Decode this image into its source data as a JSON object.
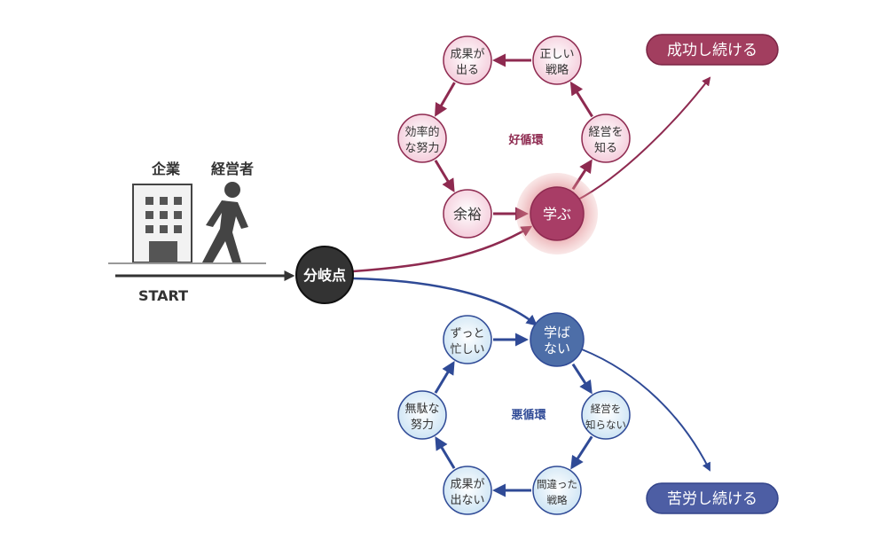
{
  "start": {
    "company_label": "企業",
    "manager_label": "経営者",
    "start_label": "START"
  },
  "branch": {
    "label": "分岐点"
  },
  "good_cycle": {
    "title": "好循環",
    "nodes": [
      {
        "lines": [
          "学ぶ"
        ]
      },
      {
        "lines": [
          "経営を",
          "知る"
        ]
      },
      {
        "lines": [
          "正しい",
          "戦略"
        ]
      },
      {
        "lines": [
          "成果が",
          "出る"
        ]
      },
      {
        "lines": [
          "効率的",
          "な努力"
        ]
      },
      {
        "lines": [
          "余裕"
        ]
      }
    ],
    "outcome": "成功し続ける",
    "color": "#8e2a50"
  },
  "bad_cycle": {
    "title": "悪循環",
    "nodes": [
      {
        "lines": [
          "学ば",
          "ない"
        ]
      },
      {
        "lines": [
          "経営を",
          "知らない"
        ]
      },
      {
        "lines": [
          "間違った",
          "戦略"
        ]
      },
      {
        "lines": [
          "成果が",
          "出ない"
        ]
      },
      {
        "lines": [
          "無駄な",
          "努力"
        ]
      },
      {
        "lines": [
          "ずっと",
          "忙しい"
        ]
      }
    ],
    "outcome": "苦労し続ける",
    "color": "#2f4a96"
  }
}
